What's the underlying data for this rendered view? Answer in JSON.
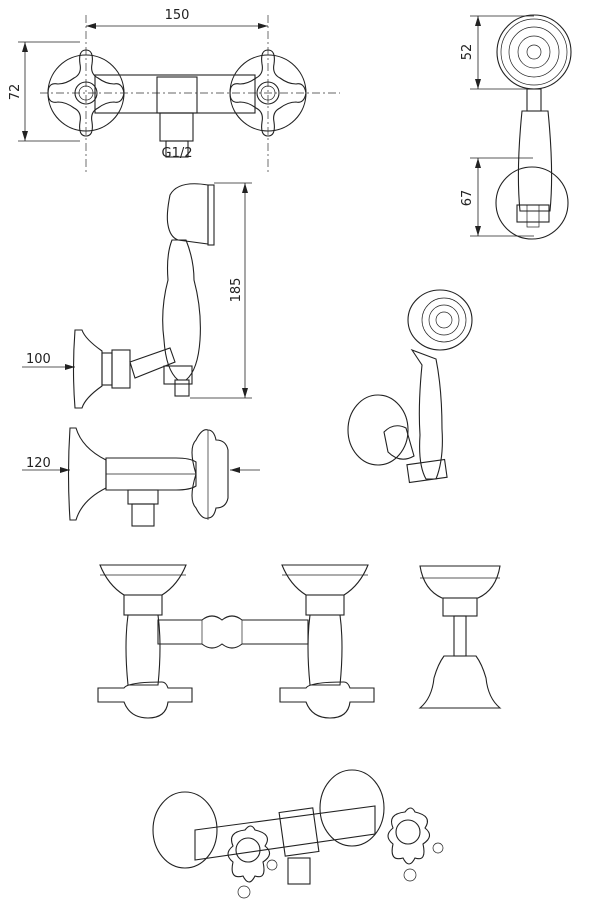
{
  "dimensions": {
    "width_between_centers": "150",
    "height_plate": "72",
    "outlet_thread": "G1/2",
    "shower_head_diameter": "52",
    "holder_height": "67",
    "hand_shower_length": "185",
    "holder_projection": "100",
    "mixer_projection": "120"
  }
}
